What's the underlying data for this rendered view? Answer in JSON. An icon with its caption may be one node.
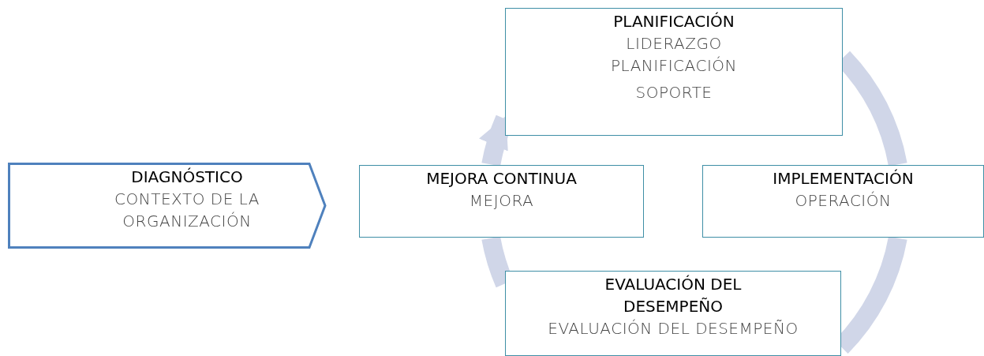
{
  "diagram": {
    "nodes": [
      {
        "text": [
          "DIAGNÓSTICO",
          "CONTEXTO DE LA ORGANIZACIÓN"
        ]
      },
      {
        "text": [
          "PLANIFICACIÓN",
          "LIDERAZGO",
          "PLANIFICACIÓN",
          "SOPORTE"
        ]
      },
      {
        "text": [
          "MEJORA CONTINUA",
          "MEJORA"
        ]
      },
      {
        "text": [
          "IMPLEMENTACIÓN",
          "OPERACIÓN"
        ]
      },
      {
        "text": [
          "EVALUACIÓN DEL DESEMPEÑO",
          "EVALUACIÓN DEL DESEMPEÑO"
        ]
      }
    ],
    "edges": [
      {
        "from": 1,
        "to": 3,
        "arrow": "none"
      },
      {
        "from": 3,
        "to": 4,
        "arrow": "none"
      },
      {
        "from": 4,
        "to": 2,
        "arrow": "none"
      },
      {
        "from": 2,
        "to": 1,
        "arrow": "to"
      }
    ]
  }
}
